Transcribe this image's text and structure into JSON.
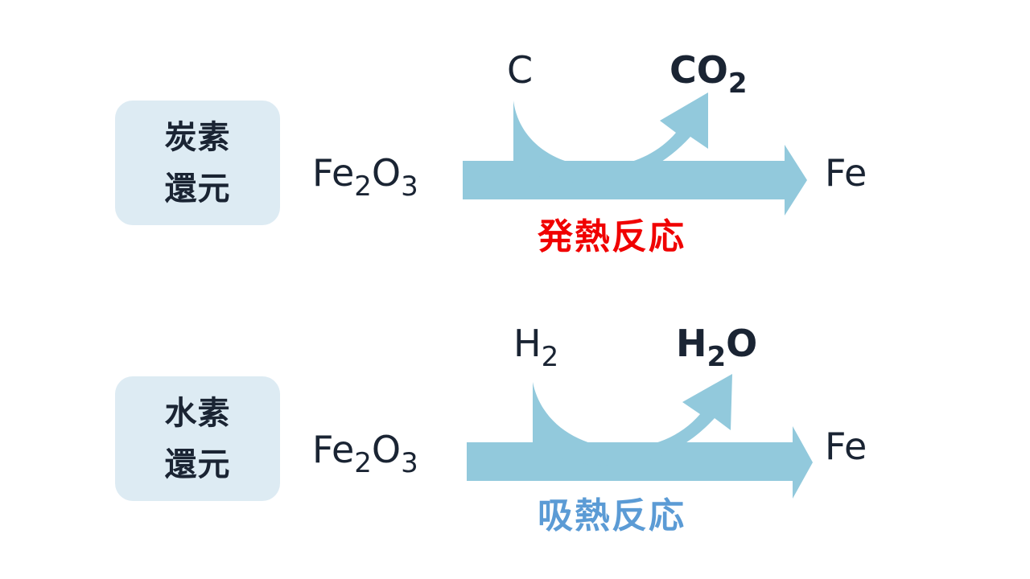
{
  "rows": [
    {
      "method_line1": "炭素",
      "method_line2": "還元",
      "input_base": "Fe",
      "input_sub1": "2",
      "input_mid": "O",
      "input_sub2": "3",
      "reagent_base": "C",
      "reagent_sub": "",
      "product_base": "CO",
      "product_sub": "2",
      "product_tail": "",
      "output": "Fe",
      "reaction": "発熱反応",
      "reaction_color": "#f00000"
    },
    {
      "method_line1": "水素",
      "method_line2": "還元",
      "input_base": "Fe",
      "input_sub1": "2",
      "input_mid": "O",
      "input_sub2": "3",
      "reagent_base": "H",
      "reagent_sub": "2",
      "product_base": "H",
      "product_sub": "2",
      "product_tail": "O",
      "output": "Fe",
      "reaction": "吸熱反応",
      "reaction_color": "#5b9bd5"
    }
  ],
  "colors": {
    "arrow": "#92c9dc",
    "badge": "#ddebf3",
    "text": "#1a2433"
  }
}
